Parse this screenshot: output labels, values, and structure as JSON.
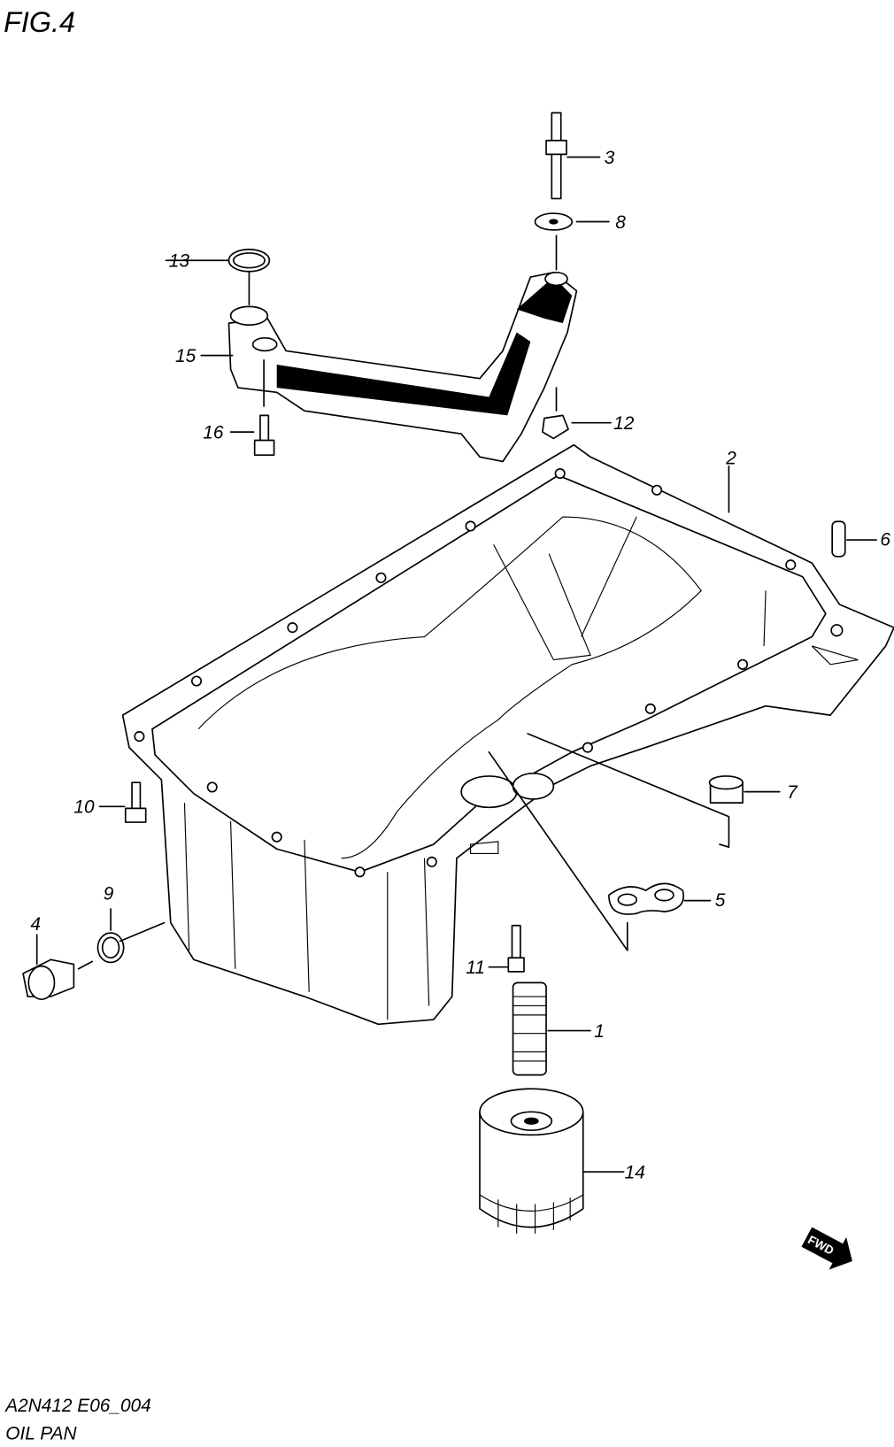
{
  "figure": {
    "title": "FIG.4"
  },
  "callouts": [
    {
      "number": "1",
      "part": "stud"
    },
    {
      "number": "2",
      "part": "oil-pan"
    },
    {
      "number": "3",
      "part": "stud-bolt"
    },
    {
      "number": "4",
      "part": "drain-plug"
    },
    {
      "number": "5",
      "part": "gasket"
    },
    {
      "number": "6",
      "part": "dowel-pin"
    },
    {
      "number": "7",
      "part": "bushing"
    },
    {
      "number": "8",
      "part": "washer"
    },
    {
      "number": "9",
      "part": "drain-gasket"
    },
    {
      "number": "10",
      "part": "bolt"
    },
    {
      "number": "11",
      "part": "bolt"
    },
    {
      "number": "12",
      "part": "nut"
    },
    {
      "number": "13",
      "part": "o-ring"
    },
    {
      "number": "14",
      "part": "oil-filter"
    },
    {
      "number": "15",
      "part": "oil-strainer"
    },
    {
      "number": "16",
      "part": "bolt"
    }
  ],
  "direction_badge": "FWD",
  "footer": {
    "code": "A2N412 E06_004",
    "name": "OIL PAN"
  }
}
